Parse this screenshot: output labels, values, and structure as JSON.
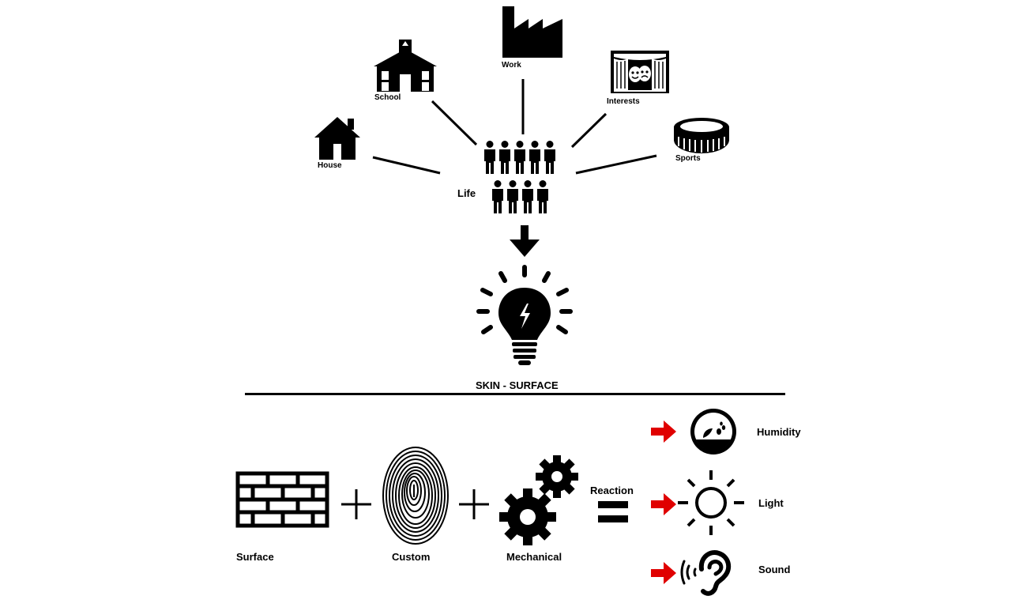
{
  "top": {
    "center_label": "Life",
    "nodes": {
      "house": "House",
      "school": "School",
      "work": "Work",
      "interests": "Interests",
      "sports": "Sports"
    }
  },
  "divider_title": "SKIN - SURFACE",
  "equation": {
    "surface": "Surface",
    "custom": "Custom",
    "mechanical": "Mechanical",
    "reaction": "Reaction"
  },
  "reactions": {
    "humidity": "Humidity",
    "light": "Light",
    "sound": "Sound"
  },
  "colors": {
    "arrow_red": "#e00000",
    "ink": "#000000"
  }
}
